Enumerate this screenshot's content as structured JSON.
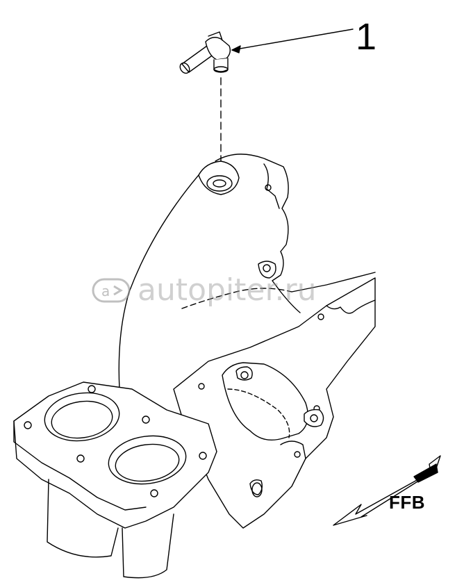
{
  "diagram": {
    "callout_number": "1",
    "direction_label": "FFB",
    "watermark_text": "autopiter.ru"
  },
  "colors": {
    "line": "#000000",
    "background": "#ffffff",
    "watermark": "#969696"
  }
}
